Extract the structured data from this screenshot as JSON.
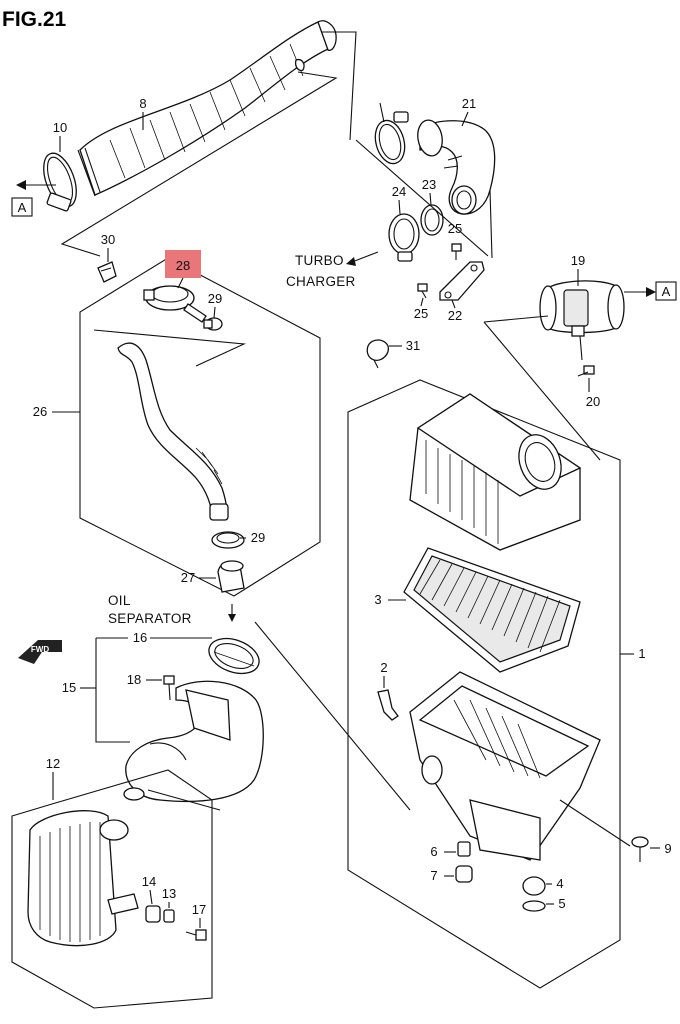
{
  "figure": {
    "title": "FIG.21"
  },
  "highlight": {
    "part_number": "28",
    "color": "#e9777a"
  },
  "references": {
    "a_left": "A",
    "a_right": "A"
  },
  "captions": {
    "turbo_line1": "TURBO",
    "turbo_line2": "CHARGER",
    "oil_line1": "OIL",
    "oil_line2": "SEPARATOR",
    "fwd": "FWD"
  },
  "callouts": {
    "p1": "1",
    "p2": "2",
    "p3": "3",
    "p4": "4",
    "p5": "5",
    "p6": "6",
    "p7": "7",
    "p8": "8",
    "p9": "9",
    "p10": "10",
    "p12": "12",
    "p13": "13",
    "p14": "14",
    "p15": "15",
    "p16": "16",
    "p17": "17",
    "p18": "18",
    "p19": "19",
    "p20": "20",
    "p21": "21",
    "p22": "22",
    "p23": "23",
    "p24": "24",
    "p25a": "25",
    "p25b": "25",
    "p26": "26",
    "p27": "27",
    "p29a": "29",
    "p29b": "29",
    "p30": "30",
    "p31": "31"
  }
}
